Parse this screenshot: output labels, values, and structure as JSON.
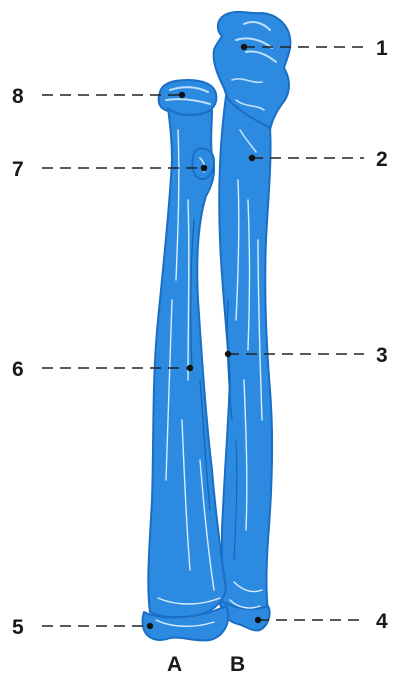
{
  "colors": {
    "bone_fill": "#2c8be0",
    "bone_dark": "#1a6ec4",
    "bone_light": "#bfe0fb",
    "ink": "#1a1a1a"
  },
  "labels": {
    "callout_1": "1",
    "callout_2": "2",
    "callout_3": "3",
    "callout_4": "4",
    "callout_5": "5",
    "callout_6": "6",
    "callout_7": "7",
    "callout_8": "8",
    "bone_a": "A",
    "bone_b": "B"
  }
}
